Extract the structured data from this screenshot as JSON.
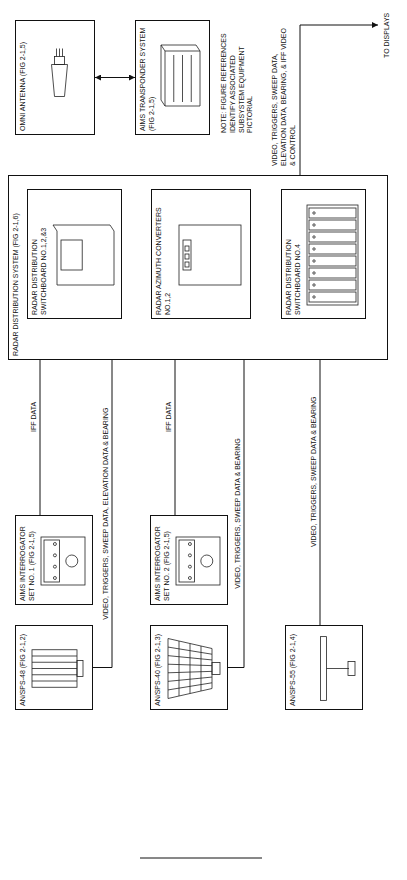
{
  "diagram": {
    "nodes": [
      {
        "text": [
          "AN/SPS-48 (FIG 2-1,2)"
        ]
      },
      {
        "text": [
          "AIMS INTERROGATOR SET NO. 1 (FIG 2-1,5)"
        ]
      },
      {
        "text": [
          "AN/SPS-40 (FIG 2-1,3)"
        ]
      },
      {
        "text": [
          "AIMS INTERROGATOR SET NO. 2 (FIG 2-1,5)"
        ]
      },
      {
        "text": [
          "AN/SPS-55 (FIG 2-1,4)"
        ]
      },
      {
        "text": [
          "RADAR DISTRIBUTION SYSTEM (FIG 2-1,6)"
        ]
      },
      {
        "text": [
          "RADAR DISTRIBUTION SWITCHBOARD NO.1,2,&3"
        ],
        "in": 5
      },
      {
        "text": [
          "RADAR AZIMUTH CONVERTERS NO.1,2"
        ],
        "in": 5
      },
      {
        "text": [
          "RADAR DISTRIBUTION SWITCHBOARD NO.4"
        ],
        "in": 5
      },
      {
        "text": [
          "OMNI ANTENNA (FIG 2-1,5)"
        ]
      },
      {
        "text": [
          "AIMS TRANSPONDER SYSTEM (FIG 2-1,5)"
        ]
      }
    ],
    "edges": [
      {
        "from": 1,
        "to": 6,
        "label": "IFF DATA",
        "arrow": "to"
      },
      {
        "from": 0,
        "to": 6,
        "label": "VIDEO, TRIGGERS, SWEEP DATA, ELEVATION DATA & BEARING",
        "arrow": "to"
      },
      {
        "from": 3,
        "to": 7,
        "label": "IFF DATA",
        "arrow": "to"
      },
      {
        "from": 2,
        "to": 7,
        "label": "VIDEO, TRIGGERS, SWEEP DATA & BEARING",
        "arrow": "to"
      },
      {
        "from": 4,
        "to": 8,
        "label": "VIDEO, TRIGGERS, SWEEP DATA & BEARING",
        "arrow": "to"
      },
      {
        "from": 9,
        "to": 10,
        "arrow": "both"
      }
    ],
    "labels": [
      "NOTE: FIGURE REFERENCES IDENTIFY ASSOCIATED SUBSYSTEM EQUIPMENT PICTORIAL",
      "VIDEO, TRIGGERS, SWEEP DATA, ELEVATION DATA, BEARING, & IFF VIDEO & CONTROL",
      "TO DISPLAYS"
    ]
  }
}
